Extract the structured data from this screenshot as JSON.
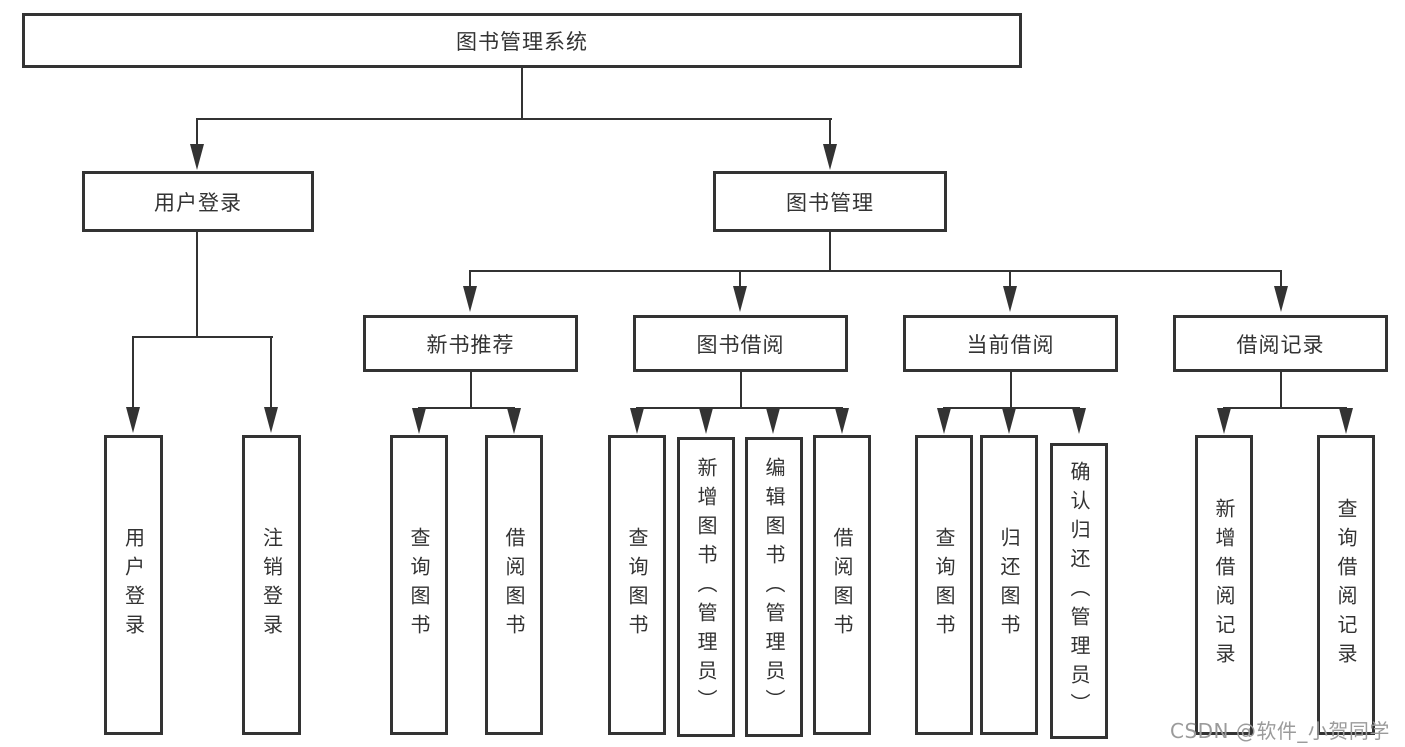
{
  "colors": {
    "line": "#333333",
    "border": "#333333",
    "text": "#333333",
    "box_fill": "#ffffff",
    "background": "#ffffff",
    "watermark": "#9b9b9b"
  },
  "watermark": {
    "text": "CSDN @软件_小贺同学"
  },
  "tree": {
    "root": {
      "label": "图书管理系统"
    },
    "branches": [
      {
        "label": "用户登录",
        "children": [
          {
            "label": "用户登录"
          },
          {
            "label": "注销登录"
          }
        ]
      },
      {
        "label": "图书管理",
        "children": [
          {
            "label": "新书推荐",
            "children": [
              {
                "label": "查询图书"
              },
              {
                "label": "借阅图书"
              }
            ]
          },
          {
            "label": "图书借阅",
            "children": [
              {
                "label": "查询图书"
              },
              {
                "label": "新增图书（管理员）"
              },
              {
                "label": "编辑图书（管理员）"
              },
              {
                "label": "借阅图书"
              }
            ]
          },
          {
            "label": "当前借阅",
            "children": [
              {
                "label": "查询图书"
              },
              {
                "label": "归还图书"
              },
              {
                "label": "确认归还（管理员）"
              }
            ]
          },
          {
            "label": "借阅记录",
            "children": [
              {
                "label": "新增借阅记录"
              },
              {
                "label": "查询借阅记录"
              }
            ]
          }
        ]
      }
    ]
  }
}
